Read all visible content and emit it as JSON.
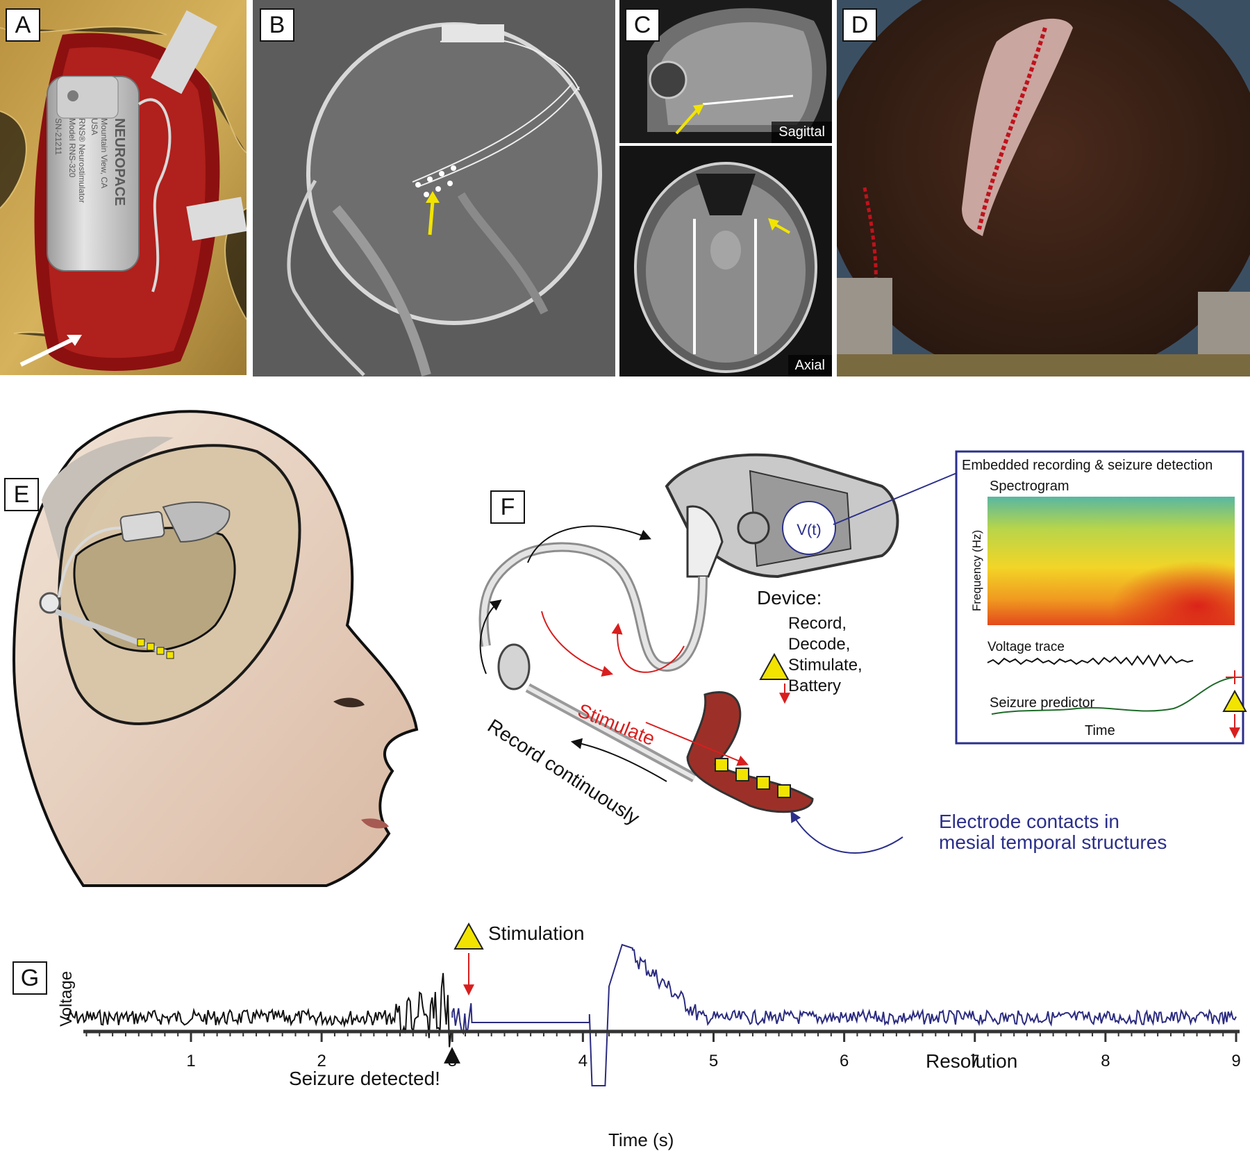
{
  "panels": {
    "a": {
      "letter": "A",
      "implant_text": [
        "NEUROPACE",
        "Mountain View, CA",
        "USA",
        "RNS® Neurostimulator",
        "Model RNS-320",
        "SN-21211"
      ]
    },
    "b": {
      "letter": "B"
    },
    "c": {
      "letter": "C",
      "sagittal_label": "Sagittal",
      "axial_label": "Axial"
    },
    "d": {
      "letter": "D"
    },
    "e": {
      "letter": "E"
    },
    "f": {
      "letter": "F",
      "voltage_symbol": "V(t)",
      "device_title": "Device:",
      "device_functions": [
        "Record,",
        "Decode,",
        "Stimulate,",
        "Battery"
      ],
      "stimulate_label": "Stimulate",
      "record_label": "Record continuously",
      "electrode_label_line1": "Electrode contacts in",
      "electrode_label_line2": "mesial temporal structures"
    },
    "inset": {
      "title": "Embedded recording & seizure detection",
      "spectrogram_label": "Spectrogram",
      "frequency_label": "Frequency (Hz)",
      "voltage_trace_label": "Voltage trace",
      "predictor_label": "Seizure predictor",
      "time_label": "Time"
    },
    "g": {
      "letter": "G",
      "stimulation_label": "Stimulation",
      "ylabel": "Voltage",
      "seizure_label": "Seizure detected!",
      "resolution_label": "Resolution",
      "xlabel": "Time (s)",
      "ticks": [
        "1",
        "2",
        "3",
        "4",
        "5",
        "6",
        "7",
        "8",
        "9"
      ]
    }
  },
  "colors": {
    "trace_pre": "#111111",
    "trace_post": "#2b2b80",
    "stim_red": "#d81e1e",
    "frame_blue": "#2b2f8a",
    "arrow_yellow": "#f2e400",
    "predictor_green": "#1f6b2a"
  }
}
